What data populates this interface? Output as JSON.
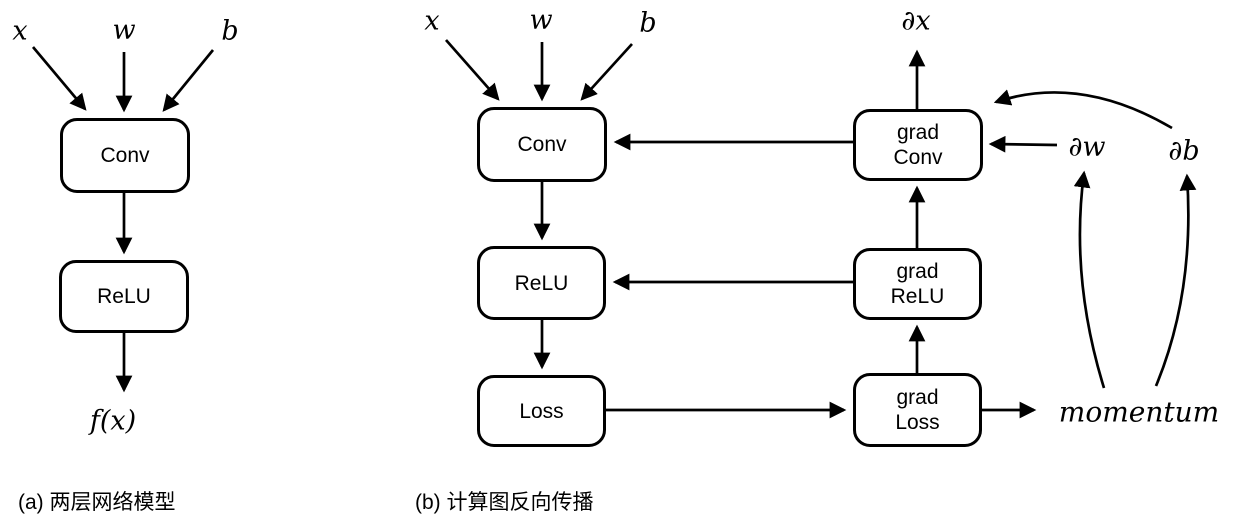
{
  "colors": {
    "ink": "#000000",
    "background": "#ffffff"
  },
  "panel_a": {
    "caption": "(a) 两层网络模型",
    "input_x": "x",
    "input_w": "w",
    "input_b": "b",
    "node_conv": "Conv",
    "node_relu": "ReLU",
    "output": "f(x)"
  },
  "panel_b": {
    "caption": "(b) 计算图反向传播",
    "input_x": "x",
    "input_w": "w",
    "input_b": "b",
    "node_conv": "Conv",
    "node_relu": "ReLU",
    "node_loss": "Loss",
    "grad_conv": {
      "line1": "grad",
      "line2": "Conv"
    },
    "grad_relu": {
      "line1": "grad",
      "line2": "ReLU"
    },
    "grad_loss": {
      "line1": "grad",
      "line2": "Loss"
    },
    "grad_x": "∂x",
    "grad_w": "∂w",
    "grad_b": "∂b",
    "momentum": "momentum"
  }
}
